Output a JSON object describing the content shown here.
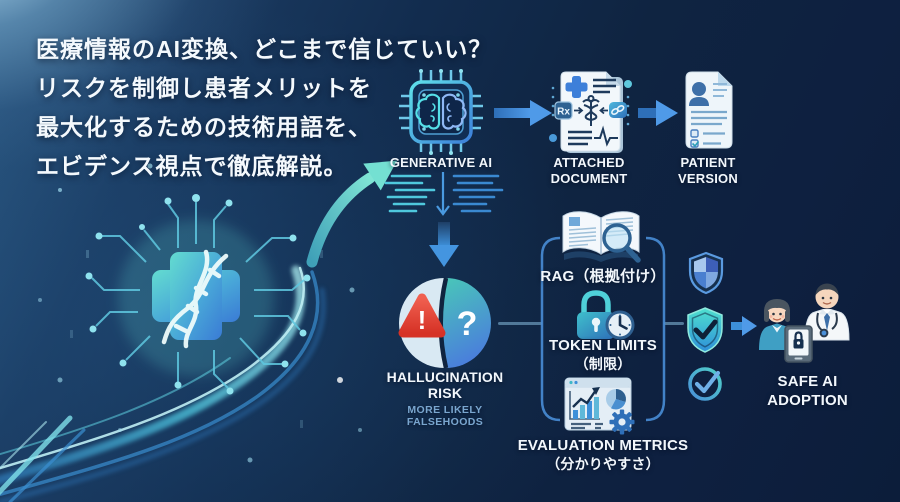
{
  "title": {
    "lines": [
      "医療情報のAI変換、どこまで信じていい？",
      "リスクを制御し患者メリットを",
      "最大化するための技術用語を、",
      "エビデンス視点で徹底解説。"
    ]
  },
  "pipeline": {
    "generative_ai_label": "GENERATIVE AI",
    "attached_document_label_1": "ATTACHED",
    "attached_document_label_2": "DOCUMENT",
    "patient_version_label_1": "PATIENT",
    "patient_version_label_2": "VERSION",
    "rx_badge_text": "Rx"
  },
  "risk": {
    "hallucination_label_1": "HALLUCINATION",
    "hallucination_label_2": "RISK",
    "subtitle_1": "MORE LIKELY",
    "subtitle_2": "FALSEHOODS",
    "warning_mark": "!",
    "question_mark": "?"
  },
  "mitigations": {
    "rag_label": "RAG（根拠付け）",
    "token_limits_label": "TOKEN LIMITS",
    "token_limits_sub": "（制限）",
    "evaluation_label": "EVALUATION METRICS",
    "evaluation_sub": "（分かりやすさ）"
  },
  "outcome": {
    "safe_ai_label_1": "SAFE AI",
    "safe_ai_label_2": "ADOPTION"
  },
  "icons": [
    "medical-cross-circuit-icon",
    "curved-arrow-icon",
    "chip-brain-icon",
    "medical-document-icon",
    "patient-document-icon",
    "text-output-icon",
    "hallucination-pie-icon",
    "warning-triangle-icon",
    "book-magnifier-icon",
    "lock-clock-icon",
    "dashboard-metrics-icon",
    "checkered-shield-icon",
    "check-shield-icon",
    "check-circle-icon",
    "patient-doctor-icon",
    "tablet-lock-icon"
  ],
  "colors": {
    "background_navy": "#0e2040",
    "glow_topleft": "#b2daf0",
    "accent_blue": "#3d8fd9",
    "accent_cyan": "#4fd0dd",
    "accent_teal": "#5fd4c8",
    "warning_red": "#e0392e",
    "label_white": "#f2f7fc",
    "subtitle_blue": "#7aa6cf"
  }
}
